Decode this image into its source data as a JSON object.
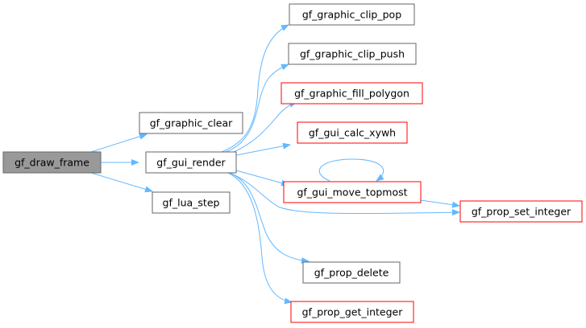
{
  "colors": {
    "root_fill": "#999999",
    "node_fill": "#ffffff",
    "normal_border": "#666666",
    "red_border": "#ff0000",
    "edge": "#63b8ff"
  },
  "nodes": {
    "gf_draw_frame": {
      "label": "gf_draw_frame",
      "style": "root"
    },
    "gf_graphic_clear": {
      "label": "gf_graphic_clear",
      "style": "normal"
    },
    "gf_gui_render": {
      "label": "gf_gui_render",
      "style": "normal"
    },
    "gf_lua_step": {
      "label": "gf_lua_step",
      "style": "normal"
    },
    "gf_graphic_clip_pop": {
      "label": "gf_graphic_clip_pop",
      "style": "normal"
    },
    "gf_graphic_clip_push": {
      "label": "gf_graphic_clip_push",
      "style": "normal"
    },
    "gf_graphic_fill_polygon": {
      "label": "gf_graphic_fill_polygon",
      "style": "red"
    },
    "gf_gui_calc_xywh": {
      "label": "gf_gui_calc_xywh",
      "style": "red"
    },
    "gf_gui_move_topmost": {
      "label": "gf_gui_move_topmost",
      "style": "red"
    },
    "gf_prop_set_integer": {
      "label": "gf_prop_set_integer",
      "style": "red"
    },
    "gf_prop_delete": {
      "label": "gf_prop_delete",
      "style": "normal"
    },
    "gf_prop_get_integer": {
      "label": "gf_prop_get_integer",
      "style": "red"
    }
  }
}
